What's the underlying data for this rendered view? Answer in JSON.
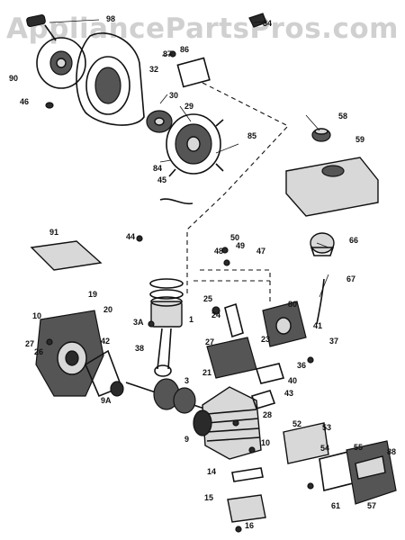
{
  "watermark": "AppliancePartsPros.com",
  "callouts": {
    "c98": "98",
    "c90": "90",
    "c46": "46",
    "c32": "32",
    "c87": "87",
    "c86": "86",
    "c30": "30",
    "c29": "29",
    "c34": "34",
    "c58": "58",
    "c59": "59",
    "c85": "85",
    "c84": "84",
    "c45": "45",
    "c44": "44",
    "c91": "91",
    "c50": "50",
    "c49": "49",
    "c48": "48",
    "c47": "47",
    "c66": "66",
    "c67": "67",
    "c25": "25",
    "c80": "80",
    "c41": "41",
    "c37": "37",
    "c24": "24",
    "c23": "23",
    "c27a": "27",
    "c36": "36",
    "c21": "21",
    "c40": "40",
    "c43": "43",
    "c19": "19",
    "c20": "20",
    "c10": "10",
    "c3A": "3A",
    "c1": "1",
    "c42": "42",
    "c27b": "27",
    "c26": "26",
    "c38": "38",
    "c9A": "9A",
    "c3": "3",
    "c9": "9",
    "c28": "28",
    "c10b": "10",
    "c52": "52",
    "c53": "53",
    "c54": "54",
    "c55": "55",
    "c88": "88",
    "c14": "14",
    "c15": "15",
    "c16": "16",
    "c61": "61",
    "c57": "57"
  }
}
